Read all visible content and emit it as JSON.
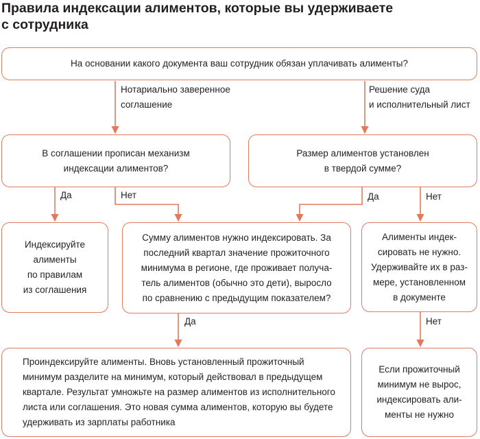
{
  "title": "Правила индексации алиментов, которые вы удерживаете\nс сотрудника",
  "nodes": {
    "q_document": "На основании какого документа ваш сотрудник обязан уплачивать алименты?",
    "q_mechanism": "В соглашении прописан механизм\nиндексации алиментов?",
    "q_fixed": "Размер алиментов установлен\nв твердой сумме?",
    "a_by_agreement": "Индексируйте\nалименты\nпо правилам\nиз соглашения",
    "q_indexing": "Сумму алиментов нужно индексировать. За\nпоследний квартал значение прожиточного\nминимума в регионе, где проживает получа-\nтель алиментов (обычно это дети), выросло\nпо сравнению с предыдущим показателем?",
    "a_no_indexing": "Алименты индек-\nсировать не нужно.\nУдерживайте их в раз-\nмере, установленном\nв документе",
    "a_do_index": "Проиндексируйте алименты. Вновь установленный прожиточный\nминимум разделите на минимум, который действовал в предыдущем\nквартале. Результат умножьте на размер алиментов из исполнительного\nлиста или соглашения. Это новая сумма алиментов, которую вы будете\nудерживать из зарплаты работника",
    "a_not_grown": "Если прожиточный\nминимум не вырос,\nиндексировать али-\nменты не нужно"
  },
  "edge_labels": {
    "notarial": "Нотариально заверенное\nсоглашение",
    "court": "Решение суда\nи исполнительный лист",
    "mech_yes": "Да",
    "mech_no": "Нет",
    "fixed_yes": "Да",
    "fixed_no": "Нет",
    "index_yes": "Да",
    "none_no": "Нет"
  },
  "colors": {
    "accent": "#e07a5a",
    "text": "#231f20"
  }
}
